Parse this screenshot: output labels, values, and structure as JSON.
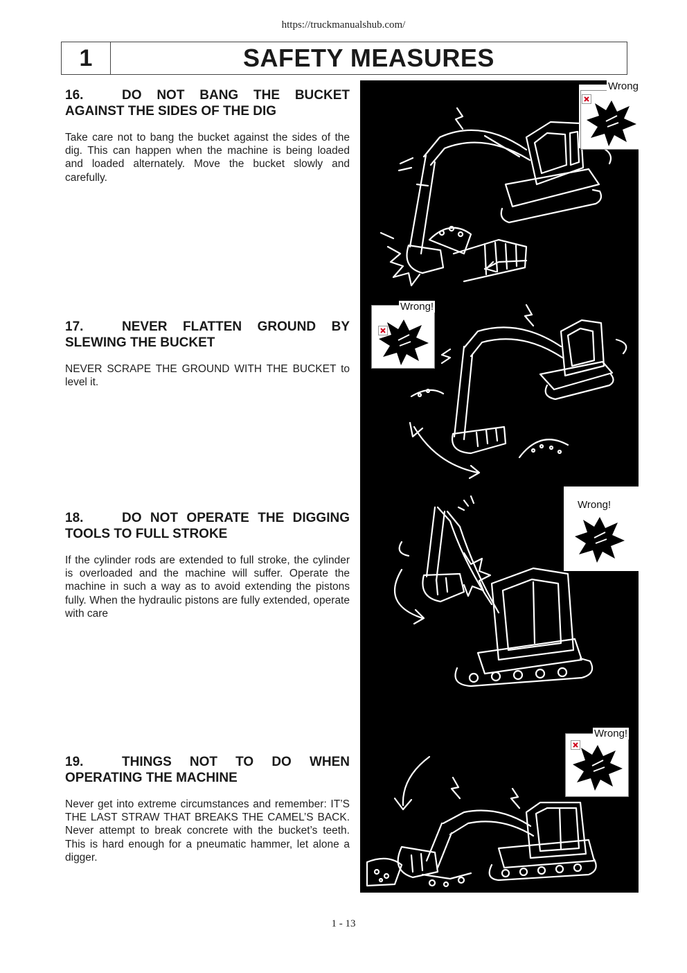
{
  "url": "https://truckmanualshub.com/",
  "header": {
    "chapter": "1",
    "title": "SAFETY MEASURES"
  },
  "sections": [
    {
      "number": "16.",
      "heading": "DO NOT BANG THE BUCKET AGAINST THE SIDES OF THE DIG",
      "body": "Take care not to bang the bucket against the sides of the dig. This can happen when the machine is being loaded and loaded alternately. Move the bucket slowly and carefully."
    },
    {
      "number": "17.",
      "heading": "NEVER FLATTEN GROUND BY SLEWING THE BUCKET",
      "body": "NEVER SCRAPE THE GROUND WITH THE BUCKET to level it."
    },
    {
      "number": "18.",
      "heading": "DO NOT OPERATE THE DIGGING TOOLS TO FULL STROKE",
      "body": "If the cylinder rods are extended to full stroke, the cylinder is overloaded and the machine will suffer. Operate the machine in such a way as to avoid extending the pistons fully. When the hydraulic pistons are fully extended, operate with care"
    },
    {
      "number": "19.",
      "heading": "THINGS NOT TO DO WHEN OPERATING THE MACHINE",
      "body": "Never get into extreme circumstances and remember: IT’S THE LAST STRAW THAT BREAKS THE CAMEL’S BACK. Never attempt to break concrete with the bucket’s teeth. This is hard enough for a pneumatic hammer, let alone a digger."
    }
  ],
  "figures": [
    {
      "warning": "Wrong!",
      "icon": "broken-image-icon"
    },
    {
      "warning": "Wrong!",
      "icon": "broken-image-icon"
    },
    {
      "warning": "Wrong!",
      "icon": "crash-burst-icon"
    },
    {
      "warning": "Wrong!",
      "icon": "broken-image-icon"
    }
  ],
  "footer": {
    "page": "1 - 13"
  },
  "colors": {
    "figure_bg": "#000000",
    "stroke": "#ffffff",
    "broken_icon": "#d0021b"
  }
}
